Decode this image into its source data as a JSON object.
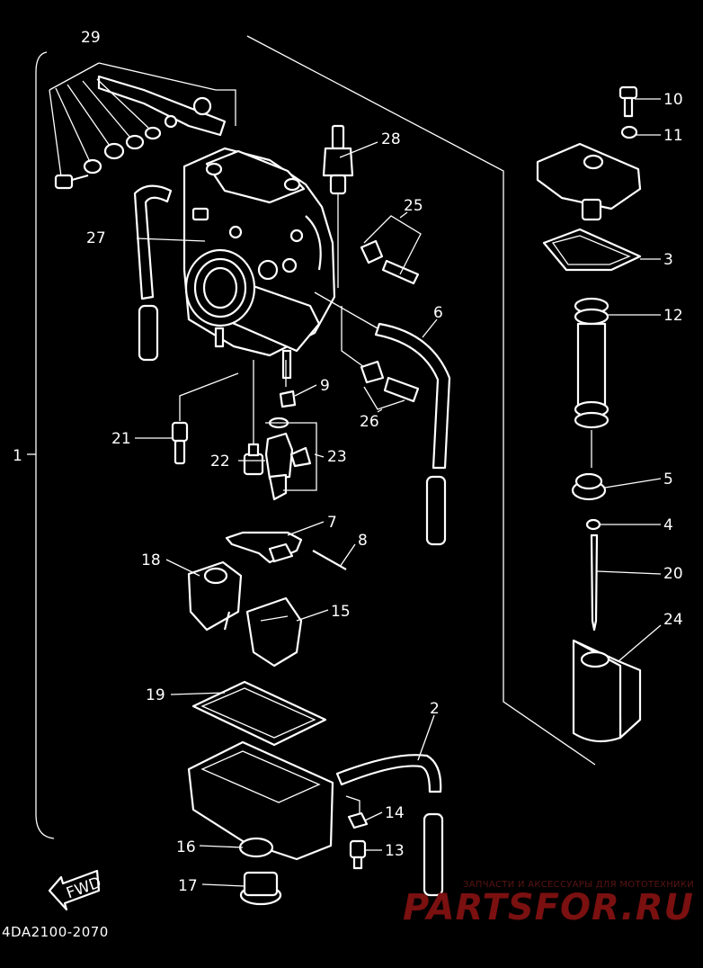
{
  "diagram": {
    "callouts": [
      {
        "id": "1",
        "text": "1"
      },
      {
        "id": "2",
        "text": "2"
      },
      {
        "id": "3",
        "text": "3"
      },
      {
        "id": "4",
        "text": "4"
      },
      {
        "id": "5",
        "text": "5"
      },
      {
        "id": "6",
        "text": "6"
      },
      {
        "id": "7",
        "text": "7"
      },
      {
        "id": "8",
        "text": "8"
      },
      {
        "id": "9",
        "text": "9"
      },
      {
        "id": "10",
        "text": "10"
      },
      {
        "id": "11",
        "text": "11"
      },
      {
        "id": "12",
        "text": "12"
      },
      {
        "id": "13",
        "text": "13"
      },
      {
        "id": "14",
        "text": "14"
      },
      {
        "id": "15",
        "text": "15"
      },
      {
        "id": "16",
        "text": "16"
      },
      {
        "id": "17",
        "text": "17"
      },
      {
        "id": "18",
        "text": "18"
      },
      {
        "id": "19",
        "text": "19"
      },
      {
        "id": "20",
        "text": "20"
      },
      {
        "id": "21",
        "text": "21"
      },
      {
        "id": "22",
        "text": "22"
      },
      {
        "id": "23",
        "text": "23"
      },
      {
        "id": "24",
        "text": "24"
      },
      {
        "id": "25",
        "text": "25"
      },
      {
        "id": "26",
        "text": "26"
      },
      {
        "id": "27",
        "text": "27"
      },
      {
        "id": "28",
        "text": "28"
      },
      {
        "id": "29",
        "text": "29"
      }
    ],
    "fwd_label": "FWD",
    "drawing_code": "4DA2100-2070"
  },
  "watermark": {
    "tagline": "ЗАПЧАСТИ И АКСЕССУАРЫ ДЛЯ МОТОТЕХНИКИ",
    "logo": "PARTSFOR.RU",
    "color": "#7a1010"
  }
}
